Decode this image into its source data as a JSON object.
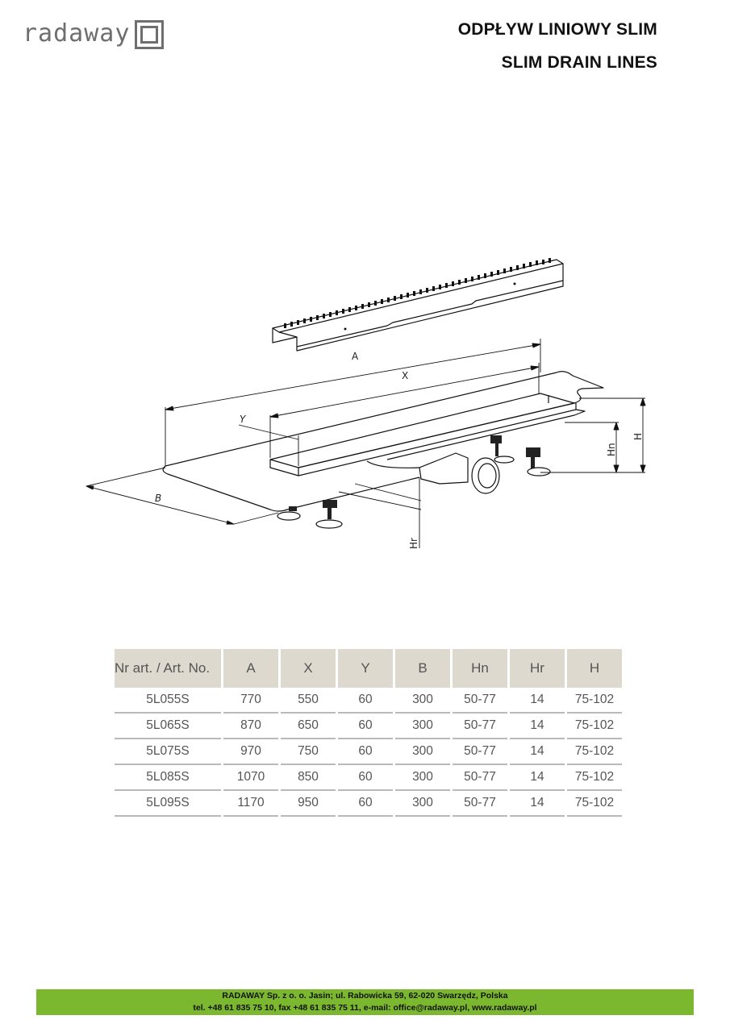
{
  "header": {
    "logo_text": "radaway",
    "title_pl": "ODPŁYW LINIOWY SLIM",
    "title_en": "SLIM DRAIN LINES"
  },
  "drawing": {
    "dimension_labels": {
      "A": "A",
      "X": "X",
      "Y": "Y",
      "B": "B",
      "Hn": "Hn",
      "Hr": "Hr",
      "H": "H"
    }
  },
  "table": {
    "headers": [
      "Nr art. / Art. No.",
      "A",
      "X",
      "Y",
      "B",
      "Hn",
      "Hr",
      "H"
    ],
    "rows": [
      [
        "5L055S",
        "770",
        "550",
        "60",
        "300",
        "50-77",
        "14",
        "75-102"
      ],
      [
        "5L065S",
        "870",
        "650",
        "60",
        "300",
        "50-77",
        "14",
        "75-102"
      ],
      [
        "5L075S",
        "970",
        "750",
        "60",
        "300",
        "50-77",
        "14",
        "75-102"
      ],
      [
        "5L085S",
        "1070",
        "850",
        "60",
        "300",
        "50-77",
        "14",
        "75-102"
      ],
      [
        "5L095S",
        "1170",
        "950",
        "60",
        "300",
        "50-77",
        "14",
        "75-102"
      ]
    ]
  },
  "footer": {
    "line1": "RADAWAY Sp. z o. o. Jasin; ul. Rabowicka 59, 62-020 Swarzędz, Polska",
    "line2": "tel. +48 61 835 75 10, fax +48 61 835 75 11, e-mail: office@radaway.pl, www.radaway.pl"
  },
  "colors": {
    "footer_bg": "#7cb82f",
    "table_header_bg": "#ddd9cf",
    "table_text": "#555555",
    "logo_gray": "#6e6e6e"
  }
}
